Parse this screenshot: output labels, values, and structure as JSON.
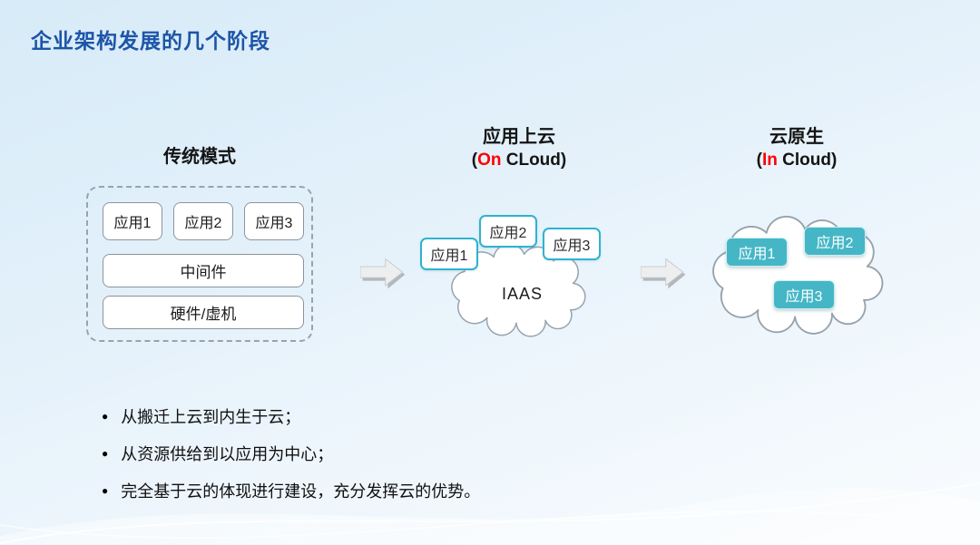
{
  "title": "企业架构发展的几个阶段",
  "stages": {
    "traditional": {
      "header": "传统模式",
      "apps": [
        "应用1",
        "应用2",
        "应用3"
      ],
      "middleware": "中间件",
      "hardware": "硬件/虚机"
    },
    "on_cloud": {
      "header": "应用上云",
      "sub_open": "(",
      "sub_red": "On",
      "sub_rest": " CLoud)",
      "cloud_label": "IAAS",
      "apps": [
        "应用1",
        "应用2",
        "应用3"
      ]
    },
    "in_cloud": {
      "header": "云原生",
      "sub_open": "(",
      "sub_red": "In",
      "sub_rest": " Cloud)",
      "apps": [
        "应用1",
        "应用2",
        "应用3"
      ]
    }
  },
  "bullets": [
    "从搬迁上云到内生于云；",
    "从资源供给到以应用为中心；",
    "完全基于云的体现进行建设，充分发挥云的优势。"
  ],
  "colors": {
    "title_blue": "#1d55a7",
    "accent_red": "#fe0000",
    "teal_fill": "#45b6c6",
    "teal_border": "#2fb3d0"
  }
}
